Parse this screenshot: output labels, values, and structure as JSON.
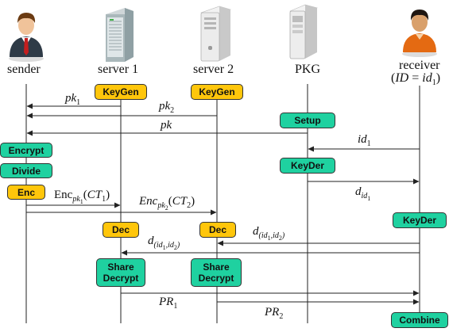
{
  "colors": {
    "green": "#1fd1a0",
    "yellow": "#ffc60b",
    "line": "#222222"
  },
  "entities": {
    "sender": {
      "label": "sender",
      "icon": "person-red-tie-icon"
    },
    "server1": {
      "label": "server 1",
      "icon": "server-tower-icon"
    },
    "server2": {
      "label": "server 2",
      "icon": "server-tower-white-icon"
    },
    "pkg": {
      "label": "PKG",
      "icon": "server-pc-icon"
    },
    "receiver": {
      "label": "receiver",
      "sublabel": "(ID = id1)",
      "icon": "person-orange-icon"
    }
  },
  "boxes": {
    "keygen1": "KeyGen",
    "keygen2": "KeyGen",
    "setup": "Setup",
    "encrypt": "Encrypt",
    "divide": "Divide",
    "enc": "Enc",
    "keyder_pkg": "KeyDer",
    "keyder_receiver": "KeyDer",
    "dec1": "Dec",
    "dec2": "Dec",
    "share_decrypt1": "Share Decrypt",
    "share_decrypt2": "Share Decrypt",
    "combine": "Combine"
  },
  "messages": {
    "pk1": "pk1",
    "pk2": "pk2",
    "pk": "pk",
    "id1": "id1",
    "d_id1": "d_id1",
    "enc_ct1": "Enc_pk1(CT1)",
    "enc_ct2": "Enc_pk2(CT2)",
    "d_id1_id2_right": "d_(id1,id2)",
    "d_id1_id2_left": "d_(id1,id2)",
    "pr1": "PR1",
    "pr2": "PR2"
  }
}
